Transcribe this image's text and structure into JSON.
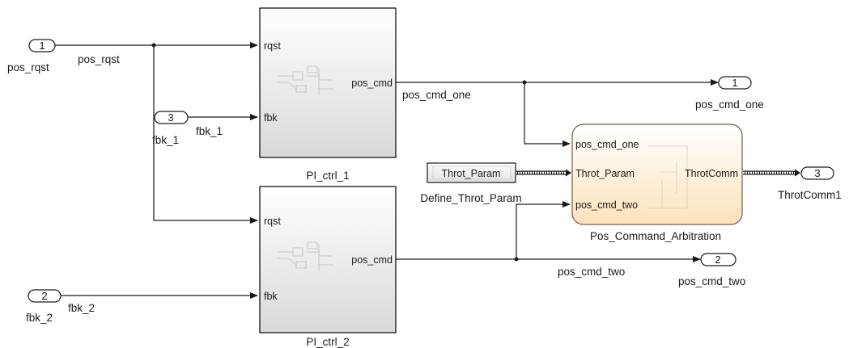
{
  "inports": [
    {
      "number": "1",
      "name": "pos_rqst"
    },
    {
      "number": "3",
      "name": "fbk_1"
    },
    {
      "number": "2",
      "name": "fbk_2"
    }
  ],
  "outports": [
    {
      "number": "1",
      "name": "pos_cmd_one"
    },
    {
      "number": "2",
      "name": "pos_cmd_two"
    },
    {
      "number": "3",
      "name": "ThrotComm1"
    }
  ],
  "subsystems": {
    "pi1": {
      "name": "PI_ctrl_1",
      "in1": "rqst",
      "in2": "fbk",
      "out": "pos_cmd"
    },
    "pi2": {
      "name": "PI_ctrl_2",
      "in1": "rqst",
      "in2": "fbk",
      "out": "pos_cmd"
    },
    "arb": {
      "name": "Pos_Command_Arbitration",
      "in1": "pos_cmd_one",
      "in2": "Throt_Param",
      "in3": "pos_cmd_two",
      "out": "ThrotComm"
    }
  },
  "constant": {
    "value": "Throt_Param",
    "name": "Define_Throt_Param"
  },
  "signals": {
    "pos_rqst": "pos_rqst",
    "fbk_1": "fbk_1",
    "fbk_2": "fbk_2",
    "pos_cmd_one": "pos_cmd_one",
    "pos_cmd_two": "pos_cmd_two"
  },
  "colors": {
    "line": "#1a1a1a",
    "block_border": "#000000",
    "block_fill_top": "#ffffff",
    "block_fill_bottom": "#dcdcdc",
    "arb_fill_top": "#ffffff",
    "arb_fill_bottom": "#fde3bf",
    "arb_border": "#7a6a55",
    "port_fill": "#ffffff"
  }
}
